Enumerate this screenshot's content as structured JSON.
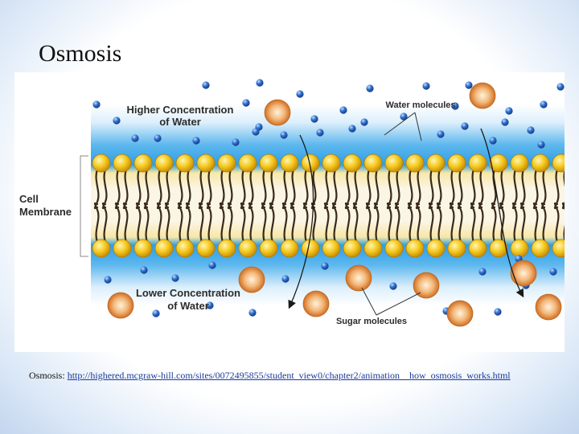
{
  "slide": {
    "title": "Osmosis"
  },
  "figure": {
    "labels": {
      "higher_line1": "Higher Concentration",
      "higher_line2": "of Water",
      "lower_line1": "Lower Concentration",
      "lower_line2": "of Water",
      "water_molecules": "Water molecules",
      "sugar_molecules": "Sugar molecules",
      "cell_line1": "Cell",
      "cell_line2": "Membrane"
    },
    "colors": {
      "water_molecule": "#2f6fd0",
      "sugar_molecule": "#e08a3a",
      "phospholipid_head": "#f2c21a",
      "lipid_tail": "#3a2a1a",
      "water_band": "#38a6e8",
      "membrane_core": "#fbf5e6"
    }
  },
  "caption": {
    "prefix": "Osmosis: ",
    "link": "http://highered.mcgraw-hill.com/sites/0072495855/student_view0/chapter2/animation__how_osmosis_works.html"
  }
}
